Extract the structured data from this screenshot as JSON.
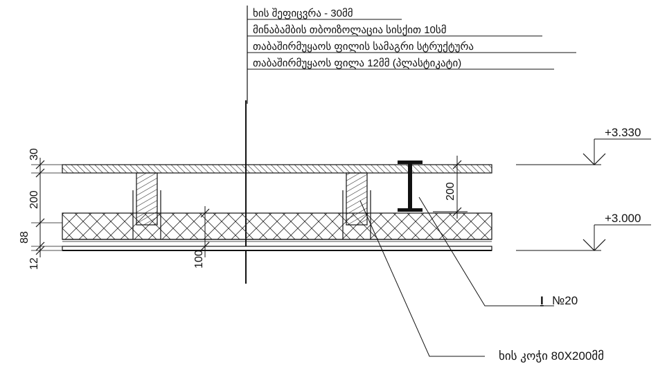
{
  "callouts": [
    "ხის შეფიცვრა - 30მმ",
    "მინაბამბის თბოიზოლაცია სისქით 10სმ",
    "თაბაშირმუყაოს ფილის სამაგრი სტრუქტურა",
    "თაბაშირმუყაოს ფილა  12მმ (პლასტიკატი)"
  ],
  "labels": {
    "beam_symbol": "I",
    "beam": "№20",
    "joist": "ხის კოჭი 80X200მმ"
  },
  "dimensions": {
    "d30": "30",
    "d200_left": "200",
    "d88": "88",
    "d12": "12",
    "d100": "100",
    "d200_beam": "200"
  },
  "levels": {
    "top": "+3.330",
    "bottom": "+3.000"
  }
}
